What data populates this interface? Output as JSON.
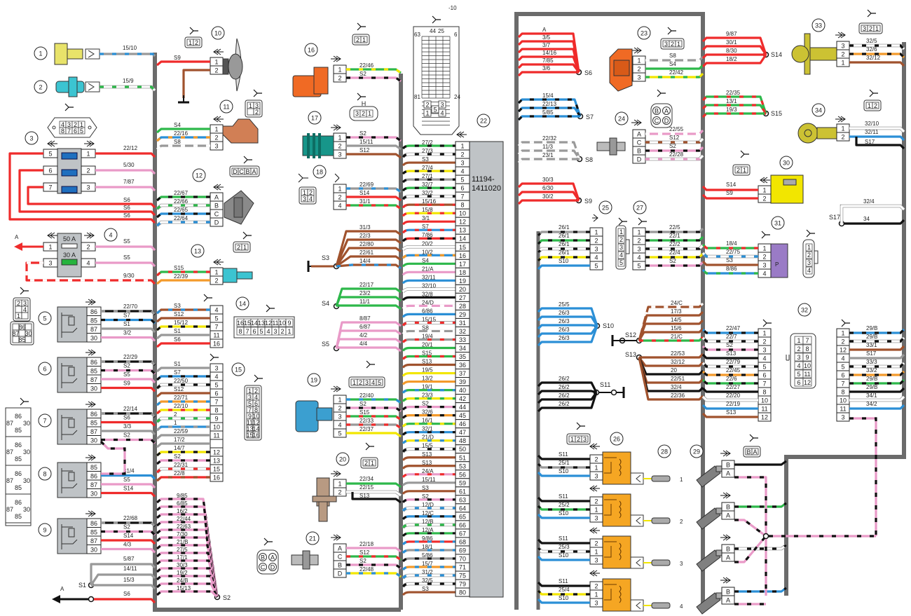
{
  "title_marker": "-10",
  "ecu": {
    "number": "22",
    "part_number_line1": "11194-",
    "part_number_line2": "1411020",
    "header_pins_top": [
      "63",
      "44",
      "25",
      "6"
    ],
    "header_pins_bottom": [
      "81",
      "24"
    ],
    "header_small_pins": [
      "2",
      "3",
      "5",
      "1",
      "4"
    ],
    "pins": [
      {
        "pin": "1",
        "wire": "27/2",
        "color": "#2db84a",
        "stripe": "#111"
      },
      {
        "pin": "2",
        "wire": "27/3",
        "color": "#ffffff",
        "stripe": "#111"
      },
      {
        "pin": "3",
        "wire": "S3",
        "color": "#a0522d",
        "stripe": null
      },
      {
        "pin": "4",
        "wire": "27/4",
        "color": "#f2e600",
        "stripe": "#111"
      },
      {
        "pin": "5",
        "wire": "27/1",
        "color": "#999999",
        "stripe": "#111"
      },
      {
        "pin": "6",
        "wire": "32/7",
        "color": "#2db84a",
        "stripe": "#111"
      },
      {
        "pin": "7",
        "wire": "32/2",
        "color": "#ffffff",
        "stripe": "#111"
      },
      {
        "pin": "8",
        "wire": "15/16",
        "color": "#a0522d",
        "stripe": "#ef2b2b"
      },
      {
        "pin": "10",
        "wire": "15/8",
        "color": "#f2e600",
        "stripe": "#ef2b2b"
      },
      {
        "pin": "12",
        "wire": "3/1",
        "color": "#ef2b2b",
        "stripe": null
      },
      {
        "pin": "13",
        "wire": "S7",
        "color": "#2b8fd6",
        "stripe": "#ef2b2b"
      },
      {
        "pin": "14",
        "wire": "7/86",
        "color": "#ef2b2b",
        "stripe": "#111"
      },
      {
        "pin": "15",
        "wire": "20/2",
        "color": "#ffffff",
        "stripe": null
      },
      {
        "pin": "16",
        "wire": "10/2",
        "color": "#2b8fd6",
        "stripe": "#f39a2b"
      },
      {
        "pin": "17",
        "wire": "S4",
        "color": "#2db84a",
        "stripe": null
      },
      {
        "pin": "18",
        "wire": "21/A",
        "color": "#e99ac8",
        "stripe": null
      },
      {
        "pin": "19",
        "wire": "32/11",
        "color": "#2b8fd6",
        "stripe": null
      },
      {
        "pin": "20",
        "wire": "32/10",
        "color": "#ffffff",
        "stripe": null
      },
      {
        "pin": "27",
        "wire": "32/8",
        "color": "#111111",
        "stripe": null
      },
      {
        "pin": "28",
        "wire": "24/D",
        "color": "#e99ac8",
        "stripe": "#ffffff"
      },
      {
        "pin": "29",
        "wire": "6/86",
        "color": "#2b8fd6",
        "stripe": null
      },
      {
        "pin": "31",
        "wire": "15/15",
        "color": "#ffffff",
        "stripe": "#ef2b2b"
      },
      {
        "pin": "32",
        "wire": "S8",
        "color": "#999999",
        "stripe": "#ffffff"
      },
      {
        "pin": "33",
        "wire": "19/4",
        "color": "#999999",
        "stripe": "#ef2b2b"
      },
      {
        "pin": "34",
        "wire": "20/1",
        "color": "#2db84a",
        "stripe": null
      },
      {
        "pin": "35",
        "wire": "S15",
        "color": "#2db84a",
        "stripe": "#ef2b2b"
      },
      {
        "pin": "36",
        "wire": "S13",
        "color": "#a0522d",
        "stripe": null
      },
      {
        "pin": "37",
        "wire": "19/5",
        "color": "#f2e600",
        "stripe": null
      },
      {
        "pin": "39",
        "wire": "13/2",
        "color": "#f39a2b",
        "stripe": null
      },
      {
        "pin": "40",
        "wire": "19/1",
        "color": "#2db84a",
        "stripe": "#2b8fd6"
      },
      {
        "pin": "42",
        "wire": "23/3",
        "color": "#f2e600",
        "stripe": "#2db84a"
      },
      {
        "pin": "44",
        "wire": "S2",
        "color": "#e99ac8",
        "stripe": "#111"
      },
      {
        "pin": "45",
        "wire": "32/6",
        "color": "#f39a2b",
        "stripe": "#111"
      },
      {
        "pin": "46",
        "wire": "16/1",
        "color": "#2db84a",
        "stripe": "#f2e600"
      },
      {
        "pin": "47",
        "wire": "32/1",
        "color": "#2b8fd6",
        "stripe": "#111"
      },
      {
        "pin": "48",
        "wire": "21/D",
        "color": "#f2e600",
        "stripe": "#2b8fd6"
      },
      {
        "pin": "50",
        "wire": "15/5",
        "color": "#ffffff",
        "stripe": "#111"
      },
      {
        "pin": "51",
        "wire": "S13",
        "color": "#a0522d",
        "stripe": null
      },
      {
        "pin": "53",
        "wire": "S13",
        "color": "#a0522d",
        "stripe": null
      },
      {
        "pin": "56",
        "wire": "24/A",
        "color": "#e99ac8",
        "stripe": "#ef2b2b"
      },
      {
        "pin": "59",
        "wire": "15/11",
        "color": "#999999",
        "stripe": null
      },
      {
        "pin": "61",
        "wire": "S3",
        "color": "#a0522d",
        "stripe": null
      },
      {
        "pin": "63",
        "wire": "S2",
        "color": "#e99ac8",
        "stripe": "#111"
      },
      {
        "pin": "64",
        "wire": "12/D",
        "color": "#ffffff",
        "stripe": "#2b8fd6"
      },
      {
        "pin": "65",
        "wire": "12/C",
        "color": "#2b8fd6",
        "stripe": "#111"
      },
      {
        "pin": "66",
        "wire": "12/B",
        "color": "#ffffff",
        "stripe": "#2db84a"
      },
      {
        "pin": "67",
        "wire": "12/A",
        "color": "#2db84a",
        "stripe": "#111"
      },
      {
        "pin": "68",
        "wire": "9/86",
        "color": "#ef2b2b",
        "stripe": "#2b8fd6"
      },
      {
        "pin": "69",
        "wire": "18/1",
        "color": "#999999",
        "stripe": "#2b8fd6"
      },
      {
        "pin": "70",
        "wire": "5/86",
        "color": "#999999",
        "stripe": "#111"
      },
      {
        "pin": "71",
        "wire": "15/7",
        "color": "#f39a2b",
        "stripe": "#2b8fd6"
      },
      {
        "pin": "75",
        "wire": "31/2",
        "color": "#ffffff",
        "stripe": "#2b8fd6"
      },
      {
        "pin": "79",
        "wire": "32/5",
        "color": "#ffffff",
        "stripe": "#111"
      },
      {
        "pin": "80",
        "wire": "S3",
        "color": "#a0522d",
        "stripe": null
      }
    ]
  },
  "components": {
    "c1": {
      "number": "1",
      "wire": "15/10"
    },
    "c2": {
      "number": "2",
      "wire": "15/9"
    },
    "c3": {
      "number": "3",
      "socket_pins_top": [
        "4",
        "3",
        "2",
        "1"
      ],
      "socket_pins_bottom": [
        "8",
        "7",
        "6",
        "5"
      ],
      "left_pins": [
        "5",
        "6",
        "7"
      ],
      "right_pins": [
        "1",
        "2",
        "3"
      ],
      "right_wires": [
        "22/12",
        "5/30",
        "7/87"
      ],
      "bottom_wires": [
        "S6",
        "S6",
        "S6"
      ]
    },
    "c4": {
      "number": "4",
      "fuse_top": "50 A",
      "fuse_bottom": "30 A",
      "left_pins": [
        "1",
        "3"
      ],
      "right_pins": [
        "2",
        "4"
      ],
      "right_wires": [
        "S5",
        "S5"
      ],
      "loop_wire": "9/30",
      "arrow_label": "A"
    },
    "relay_socket_a": {
      "pins": [
        "2",
        "3",
        "1",
        "4",
        "86",
        "87",
        "30",
        "85"
      ]
    },
    "relay_block": {
      "pins": [
        "86",
        "87",
        "30",
        "85"
      ]
    },
    "relays": [
      {
        "number": "5",
        "pins": [
          "86",
          "85",
          "87",
          "30"
        ],
        "wires": [
          "22/70",
          "S7",
          "S1",
          "3/2"
        ]
      },
      {
        "number": "6",
        "pins": [
          "86",
          "85",
          "87",
          "30"
        ],
        "wires": [
          "22/29",
          "S2",
          "S5",
          "S9"
        ]
      },
      {
        "number": "7",
        "pins": [
          "86",
          "85",
          "87",
          "30"
        ],
        "wires": [
          "22/14",
          "S6",
          "3/3",
          "S2"
        ]
      },
      {
        "number": "8",
        "pins": [
          "85",
          "86",
          "87",
          "30"
        ],
        "wires": [
          "",
          "31/4",
          "S5",
          "S14"
        ]
      },
      {
        "number": "9",
        "pins": [
          "86",
          "85",
          "87",
          "30"
        ],
        "wires": [
          "22/68",
          "S2",
          "S14",
          "4/3"
        ]
      }
    ],
    "splice_s1": {
      "label": "S1",
      "wires": [
        "5/87",
        "14/11",
        "15/3"
      ]
    },
    "bottom_arrow": {
      "label": "A",
      "wire": "S6"
    },
    "c10": {
      "number": "10",
      "pins": [
        "1",
        "2"
      ],
      "wires": [
        "S9",
        ""
      ],
      "socket": [
        "1",
        "2"
      ]
    },
    "c11": {
      "number": "11",
      "pins": [
        "1",
        "2",
        "3"
      ],
      "wires": [
        "S4",
        "22/16",
        "S8"
      ],
      "socket": [
        "1",
        "3",
        "2"
      ]
    },
    "c12": {
      "number": "12",
      "pins": [
        "A",
        "B",
        "C",
        "D"
      ],
      "wires": [
        "22/67",
        "22/66",
        "22/65",
        "22/64"
      ],
      "socket": [
        "D",
        "C",
        "B",
        "A"
      ]
    },
    "c13": {
      "number": "13",
      "pins": [
        "1",
        "2"
      ],
      "wires": [
        "S15",
        "22/39"
      ],
      "socket": [
        "2",
        "1"
      ]
    },
    "c14": {
      "number": "14",
      "pins": [
        "4",
        "5",
        "7",
        "11",
        "16"
      ],
      "wires": [
        "S3",
        "S12",
        "15/12",
        "S1",
        "S6"
      ],
      "socket_top": [
        "16",
        "15",
        "14",
        "13",
        "12",
        "11",
        "10",
        "9"
      ],
      "socket_bottom": [
        "8",
        "7",
        "6",
        "5",
        "4",
        "3",
        "2",
        "1"
      ]
    },
    "c15": {
      "number": "15",
      "pins": [
        "3",
        "4",
        "5",
        "6",
        "7",
        "8",
        "9",
        "10",
        "11",
        "",
        "12",
        "13",
        "15",
        "16"
      ],
      "wires": [
        "S1",
        "S7",
        "22/50",
        "S12",
        "22/71",
        "22/10",
        "2",
        "1",
        "22/59",
        "17/2",
        "14/7",
        "S2",
        "22/31",
        "22/8"
      ],
      "socket": [
        "1",
        "2",
        "3",
        "4",
        "5",
        "6",
        "7",
        "8",
        "9",
        "10",
        "11",
        "12",
        "13",
        "14",
        "15",
        "16"
      ]
    },
    "splice_s2": {
      "label": "S2",
      "wires": [
        "9/85",
        "6/85",
        "16/2",
        "22/44",
        "22/63",
        "7/30",
        "21/B",
        "27/5",
        "17/1",
        "30/3",
        "19/2",
        "24/B",
        "15/13"
      ]
    },
    "c16": {
      "number": "16",
      "pins": [
        "1",
        "2"
      ],
      "wires": [
        "22/46",
        "S2"
      ],
      "socket": [
        "2",
        "1"
      ]
    },
    "c17": {
      "number": "17",
      "pins": [
        "1",
        "2",
        "3"
      ],
      "wires": [
        "S2",
        "15/11",
        "S12"
      ],
      "socket": [
        "3",
        "2",
        "1"
      ],
      "socket_top": "H"
    },
    "c18": {
      "number": "18",
      "pins": [
        "1",
        "2",
        "4"
      ],
      "wires": [
        "22/69",
        "S14",
        "31/1"
      ],
      "socket": [
        "1",
        "2",
        "3",
        "4"
      ]
    },
    "splice_s3": {
      "label": "S3",
      "wires": [
        "31/3",
        "22/3",
        "22/80",
        "22/61",
        "14/4"
      ]
    },
    "splice_s4": {
      "label": "S4",
      "wires": [
        "22/17",
        "23/2",
        "11/1"
      ]
    },
    "splice_s5": {
      "label": "S5",
      "wires": [
        "8/87",
        "6/87",
        "4/2",
        "4/4"
      ]
    },
    "c19": {
      "number": "19",
      "pins": [
        "1",
        "2",
        "3",
        "4",
        "5"
      ],
      "wires": [
        "22/40",
        "S2",
        "S15",
        "22/33",
        "22/37"
      ],
      "socket": [
        "1",
        "2",
        "3",
        "4",
        "5"
      ]
    },
    "c20": {
      "number": "20",
      "pins": [
        "1",
        "2"
      ],
      "wires": [
        "22/34",
        "22/15",
        "S13"
      ],
      "socket": [
        "2",
        "1"
      ]
    },
    "c21": {
      "number": "21",
      "pins": [
        "A",
        "C",
        "B",
        "D"
      ],
      "wires": [
        "22/18",
        "S12",
        "S2",
        "22/48"
      ],
      "socket": [
        "B",
        "A",
        "C",
        "D"
      ]
    },
    "splice_s6": {
      "label": "S6",
      "wires": [
        "A",
        "3/5",
        "3/7",
        "14/16",
        "7/85",
        "3/6"
      ]
    },
    "splice_s7": {
      "label": "S7",
      "wires": [
        "15/4",
        "22/13",
        "5/85"
      ]
    },
    "splice_s8": {
      "label": "S8",
      "wires": [
        "22/32",
        "11/3",
        "23/1"
      ]
    },
    "splice_s9": {
      "label": "S9",
      "wires": [
        "30/3",
        "6/30",
        "30/2"
      ]
    },
    "c23": {
      "number": "23",
      "pins": [
        "1",
        "2",
        "3"
      ],
      "wires": [
        "S8",
        "S4",
        "22/42"
      ],
      "socket": [
        "3",
        "2",
        "1"
      ]
    },
    "c24": {
      "number": "24",
      "pins": [
        "A",
        "C",
        "B",
        "D"
      ],
      "wires": [
        "22/55",
        "S12",
        "S2",
        "22/28"
      ],
      "socket": [
        "B",
        "A",
        "C",
        "D"
      ]
    },
    "c25": {
      "number": "25",
      "pins": [
        "1",
        "2",
        "3",
        "4",
        "5"
      ],
      "wires": [
        "26/1",
        "26/1",
        "26/1",
        "26/1",
        "S10"
      ]
    },
    "c27": {
      "number": "27",
      "pins": [
        "1",
        "2",
        "3",
        "4",
        "5"
      ],
      "wires": [
        "22/5",
        "22/1",
        "22/2",
        "22/4",
        "S2"
      ],
      "socket": [
        "1",
        "2",
        "3",
        "4",
        "5"
      ]
    },
    "splice_s10": {
      "label": "S10",
      "wires": [
        "25/5",
        "26/3",
        "26/3",
        "26/3",
        "26/3"
      ]
    },
    "splice_s11": {
      "label": "S11",
      "wires": [
        "26/2",
        "26/2",
        "26/2",
        "26/2"
      ]
    },
    "splice_s12": {
      "label": "S12",
      "wires": [
        "24/C",
        "17/3",
        "14/5",
        "15/6",
        "21/C"
      ]
    },
    "splice_s13": {
      "label": "S13",
      "wires": [
        "22/53",
        "32/12",
        "20",
        "22/51",
        "32/4",
        "22/36"
      ]
    },
    "c26": {
      "number": "26",
      "socket": [
        "1",
        "2",
        "3"
      ],
      "coils": [
        {
          "pins": [
            "2",
            "1",
            "3"
          ],
          "wires": [
            "S11",
            "25/1",
            "S10"
          ],
          "plug": "1"
        },
        {
          "pins": [
            "2",
            "1",
            "3"
          ],
          "wires": [
            "S11",
            "25/2",
            "S10"
          ],
          "plug": "2"
        },
        {
          "pins": [
            "2",
            "1",
            "3"
          ],
          "wires": [
            "S11",
            "25/3",
            "S10"
          ],
          "plug": "3"
        },
        {
          "pins": [
            "2",
            "1",
            "3"
          ],
          "wires": [
            "S11",
            "25/4",
            "S10"
          ],
          "plug": "4"
        }
      ]
    },
    "c28": {
      "number": "28"
    },
    "c29": {
      "number": "29",
      "pins": [
        "B",
        "A"
      ],
      "socket": [
        "B",
        "A"
      ]
    },
    "splice_s14": {
      "label": "S14",
      "wires": [
        "9/87",
        "30/1",
        "8/30",
        "18/2"
      ]
    },
    "splice_s15": {
      "label": "S15",
      "wires": [
        "22/35",
        "13/1",
        "19/3"
      ]
    },
    "c30": {
      "number": "30",
      "pins": [
        "1",
        "2"
      ],
      "wires": [
        "S14",
        "S9"
      ],
      "socket": [
        "2",
        "1"
      ]
    },
    "c31": {
      "number": "31",
      "pins": [
        "1",
        "2",
        "3",
        "4"
      ],
      "wires": [
        "18/4",
        "22/75",
        "S3",
        "8/86"
      ],
      "letter": "P",
      "socket": [
        "1",
        "2",
        "3",
        "4"
      ]
    },
    "c32": {
      "number": "32",
      "left_pins": [
        "1",
        "2",
        "3",
        "4",
        "5",
        "6",
        "7",
        "8",
        "10",
        "11",
        "12"
      ],
      "left_wires": [
        "22/47",
        "22/7",
        "S2",
        "S13",
        "22/79",
        "22/45",
        "22/6",
        "22/27",
        "22/20",
        "22/19",
        "S13"
      ],
      "right_pins": [
        "1",
        "2",
        "12",
        "4",
        "5",
        "6",
        "7",
        "8",
        "10",
        "11",
        "3"
      ],
      "right_wires": [
        "29/B",
        "29/B",
        "33/1",
        "S17",
        "33/3",
        "33/2",
        "29/B",
        "29/B",
        "34/1",
        "34/2",
        ""
      ],
      "socket": [
        "1",
        "7",
        "2",
        "8",
        "3",
        "9",
        "4",
        "10",
        "5",
        "11",
        "6",
        "12"
      ]
    },
    "c33": {
      "number": "33",
      "pins": [
        "3",
        "2",
        "1"
      ],
      "wires": [
        "32/5",
        "32/6",
        "32/12"
      ],
      "socket": [
        "3",
        "2",
        "1"
      ]
    },
    "c34": {
      "number": "34",
      "pins": [
        "1",
        "2"
      ],
      "wires": [
        "32/10",
        "32/11",
        "S17"
      ],
      "socket": [
        "1",
        "2"
      ]
    },
    "splice_s17": {
      "label": "S17",
      "wires": [
        "32/4",
        "34"
      ]
    }
  }
}
